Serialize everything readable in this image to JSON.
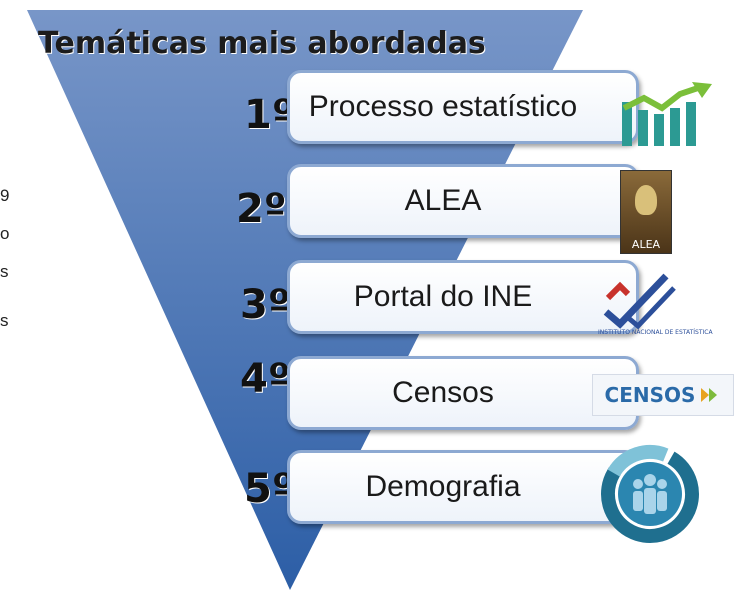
{
  "title": "Temáticas mais abordadas",
  "left_fragments": [
    "9",
    "o",
    "s",
    "s"
  ],
  "items": [
    {
      "rank": "1º",
      "label": "Processo estatístico",
      "icon": "bar-chart-icon"
    },
    {
      "rank": "2º",
      "label": "ALEA",
      "icon": "alea-logo-icon"
    },
    {
      "rank": "3º",
      "label": "Portal do INE",
      "icon": "ine-logo-icon"
    },
    {
      "rank": "4º",
      "label": "Censos",
      "icon": "censos-logo-icon"
    },
    {
      "rank": "5º",
      "label": "Demografia",
      "icon": "people-ring-icon"
    }
  ],
  "icon_labels": {
    "alea": "ALEA",
    "censos": "CENSOS",
    "ine": "INSTITUTO NACIONAL DE ESTATÍSTICA"
  },
  "colors": {
    "funnel_top": "#7896c8",
    "funnel_bottom": "#2c5ea6",
    "bar_border": "#8da9d2"
  }
}
